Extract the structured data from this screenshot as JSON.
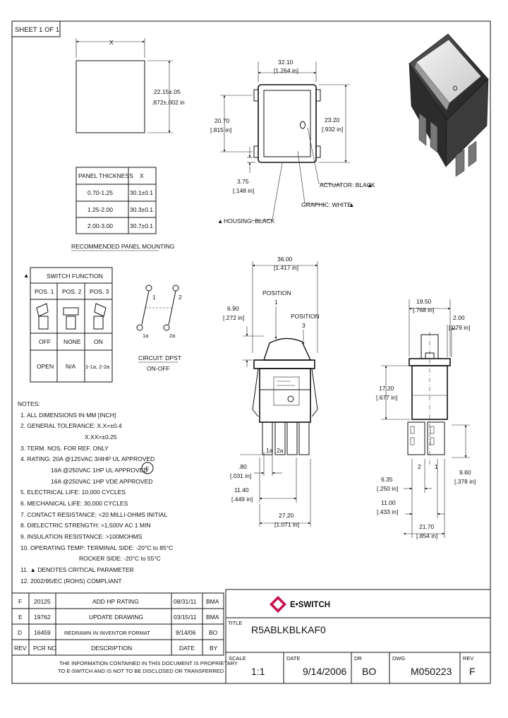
{
  "sheet": "SHEET 1 OF 1",
  "panel": {
    "x_label": "X",
    "height_dim": "22.15±.05",
    "height_dim_in": ".872±.002 in",
    "table_headers": [
      "PANEL THICKNESS",
      "X"
    ],
    "rows": [
      [
        "0.70-1.25",
        "30.1±0.1"
      ],
      [
        "1.25-2.00",
        "30.3±0.1"
      ],
      [
        "2.00-3.00",
        "30.7±0.1"
      ]
    ],
    "caption": "RECOMMENDED PANEL MOUNTING"
  },
  "front_view": {
    "width_mm": "32.10",
    "width_in": "[1.264 in]",
    "height_mm": "23.20",
    "height_in": "[.932 in]",
    "side_mm": "20.70",
    "side_in": "[.815 in]",
    "bottom_mm": "3.75",
    "bottom_in": "[.148 in]",
    "actuator": "ACTUATOR: BLACK",
    "graphic": "GRAPHIC: WHITE",
    "housing": "HOUSING: BLACK"
  },
  "switch_function": {
    "title": "SWITCH FUNCTION",
    "headers": [
      "POS. 1",
      "POS. 2",
      "POS. 3"
    ],
    "row_state": [
      "OFF",
      "NONE",
      "ON"
    ],
    "row_circuit": [
      "OPEN",
      "N/A",
      "1-1a, 2-2a"
    ]
  },
  "circuit": {
    "labels": [
      "1",
      "2",
      "1a",
      "2a"
    ],
    "caption": "CIRCUIT: DPST",
    "caption2": "ON-OFF"
  },
  "side_view": {
    "width_mm": "36.00",
    "width_in": "[1.417 in]",
    "act_mm": "6.90",
    "act_in": "[.272 in]",
    "position1": "POSITION",
    "position1_num": "1",
    "position3": "POSITION",
    "position3_num": "3",
    "term_label_1a": "1a",
    "term_label_2a": "2a",
    "term_mm": ".80",
    "term_in": "[.031 in]",
    "term_w_mm": "11.40",
    "term_w_in": "[.449 in]",
    "base_mm": "27.20",
    "base_in": "[1.071 in]"
  },
  "end_view": {
    "width_mm": "19.50",
    "width_in": "[.768 in]",
    "top_mm": "2.00",
    "top_in": "[.079 in]",
    "height_mm": "17.20",
    "height_in": "[.677 in]",
    "pin_label_2": "2",
    "pin_label_1": "1",
    "pin_mm": "6.35",
    "pin_in": "[.250 in]",
    "pin2_mm": "11.00",
    "pin2_in": "[.433 in]",
    "depth_mm": "9.60",
    "depth_in": "[.378 in]",
    "overall_mm": "21.70",
    "overall_in": "[.854 in]"
  },
  "notes": {
    "title": "NOTES:",
    "items": [
      "1. ALL DIMENSIONS IN MM [INCH]",
      "2. GENERAL TOLERANCE: X.X=±0.4",
      "X.XX=±0.25",
      "3. TERM. NOS. FOR REF. ONLY",
      "4. RATING: 20A @125VAC 3/4HP UL APPROVED",
      "16A @250VAC 1HP UL APPROVED",
      "16A @250VAC 1HP VDE APPROVED",
      "5. ELECTRICAL LIFE: 10,000 CYCLES",
      "6. MECHANICAL LIFE: 30,000 CYCLES",
      "7. CONTACT RESISTANCE: <20 MILLI-OHMS INITIAL",
      "8. DIELECTRIC STRENGTH: >1,500V AC 1 MIN",
      "9. INSULATION RESISTANCE: >100MOHMS",
      "10. OPERATING TEMP: TERMINAL SIDE: -20°C to 85°C",
      "ROCKER SIDE: -20°C to 55°C",
      "11. ▲ DENOTES CRITICAL PARAMETER",
      "12. 2002/95/EC (ROHS) COMPLIANT"
    ],
    "f_symbol": "F"
  },
  "revisions": {
    "headers": [
      "REV",
      "PCR NO",
      "DESCRIPTION",
      "DATE",
      "BY"
    ],
    "rows": [
      [
        "F",
        "20125",
        "ADD HP RATING",
        "08/31/11",
        "BMA"
      ],
      [
        "E",
        "19762",
        "UPDATE DRAWING",
        "03/15/11",
        "BMA"
      ],
      [
        "D",
        "16459",
        "REDRAWN IN INVENTOR FORMAT",
        "9/14/06",
        "BO"
      ]
    ]
  },
  "proprietary": [
    "THE INFORMATION CONTAINED IN THIS DOCUMENT IS PROPRIETARY",
    "TO E-SWITCH AND IS NOT TO BE DISCLOSED OR TRANSFERRED"
  ],
  "title_block": {
    "brand": "E•SWITCH",
    "title_label": "TITLE",
    "title": "R5ABLKBLKAF0",
    "scale_label": "SCALE",
    "scale": "1:1",
    "date_label": "DATE",
    "date": "9/14/2006",
    "dr_label": "DR",
    "dr": "BO",
    "dwg_label": "DWG",
    "dwg": "M050223",
    "rev_label": "REV",
    "rev": "F"
  }
}
